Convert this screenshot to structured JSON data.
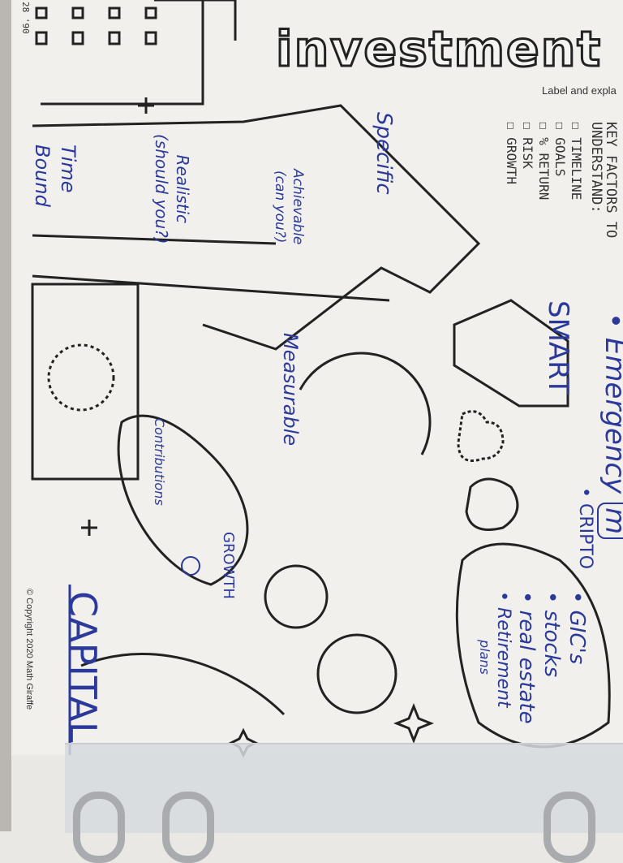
{
  "page_corner": "28 '90",
  "title": "investment",
  "subtitle": "Label and expla",
  "key_factors": {
    "heading_line1": "KEY FACTORS TO",
    "heading_line2": "UNDERSTAND:",
    "items": [
      "TIMELINE",
      "GOALS",
      "% RETURN",
      "RISK",
      "GROWTH"
    ]
  },
  "smart": {
    "label": "SMART",
    "specific": "Specific",
    "measurable": "Measurable",
    "achievable": "Achievable",
    "achievable_note": "(can you?)",
    "realistic": "Realistic",
    "realistic_note": "(should you?)",
    "time_bound_1": "Time",
    "time_bound_2": "Bound"
  },
  "notes": {
    "contributions": "Contributions",
    "growth": "GROWTH",
    "capital": "CAPITAL",
    "emergency": "• Emergency",
    "emergency_mark": "m",
    "cripto": "• CRIPTO",
    "options": [
      "• GIC's",
      "• stocks",
      "• real estate",
      "• Retirement",
      "plans"
    ]
  },
  "copyright": "© Copyright 2020 Math Giraffe",
  "colors": {
    "ink": "#2b3a9a",
    "line": "#222222",
    "paper": "#f1f0ec"
  }
}
